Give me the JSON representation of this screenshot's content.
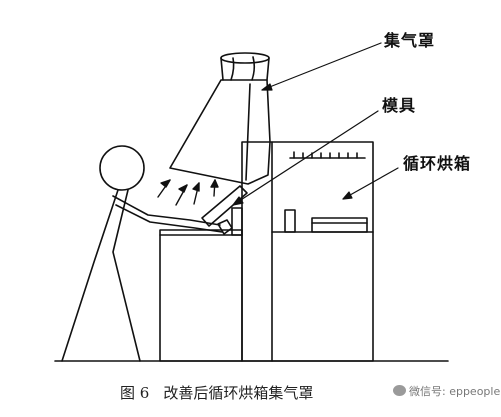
{
  "labels": {
    "hood": "集气罩",
    "mold": "模具",
    "oven": "循环烘箱"
  },
  "caption": {
    "figure": "图 6",
    "title": "改善后循环烘箱集气罩"
  },
  "watermark": {
    "text": "微信号: eppeople",
    "icon": "wechat-icon"
  },
  "colors": {
    "line": "#111111",
    "caption": "#222222",
    "watermark": "#777777"
  }
}
